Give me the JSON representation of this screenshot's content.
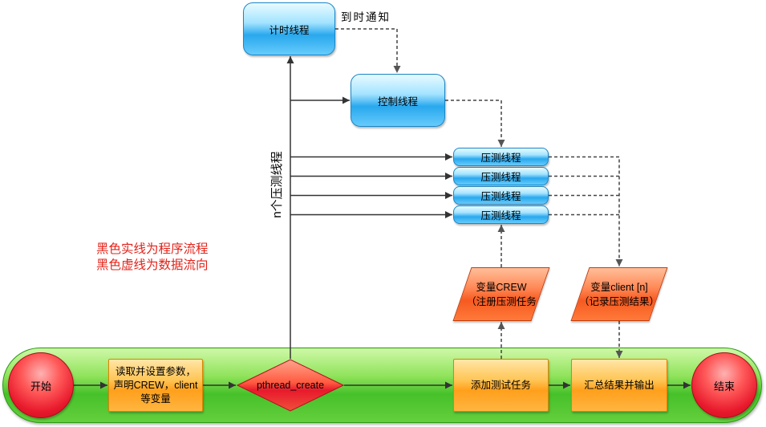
{
  "diagram": {
    "nodes": {
      "timer_thread": "计时线程",
      "control_thread": "控制线程",
      "stress_threads": [
        "压测线程",
        "压测线程",
        "压测线程",
        "压测线程"
      ],
      "var_crew": {
        "line1": "变量CREW",
        "line2": "（注册压测任务"
      },
      "var_client": {
        "line1": "变量client [n]",
        "line2": "（记录压测结果）"
      },
      "start": "开始",
      "read_params": [
        "读取并设置参数，",
        "声明CREW，client",
        "等变量"
      ],
      "pthread_create": "pthread_create",
      "add_task": "添加测试任务",
      "summarize": "汇总结果并输出",
      "end": "结束"
    },
    "labels": {
      "timeout_notice": "到时通知",
      "n_threads": "n个压测线程"
    },
    "legend": [
      "黑色实线为程序流程",
      "黑色虚线为数据流向"
    ]
  },
  "colors": {
    "legend_text": "#e2231a",
    "thread_blue": "#29a8ee",
    "process_orange": "#ff9f1c",
    "data_red_orange": "#f65a20",
    "terminal_red": "#e8192c",
    "main_bar_green": "#46c12a",
    "flow_line": "#333333"
  }
}
